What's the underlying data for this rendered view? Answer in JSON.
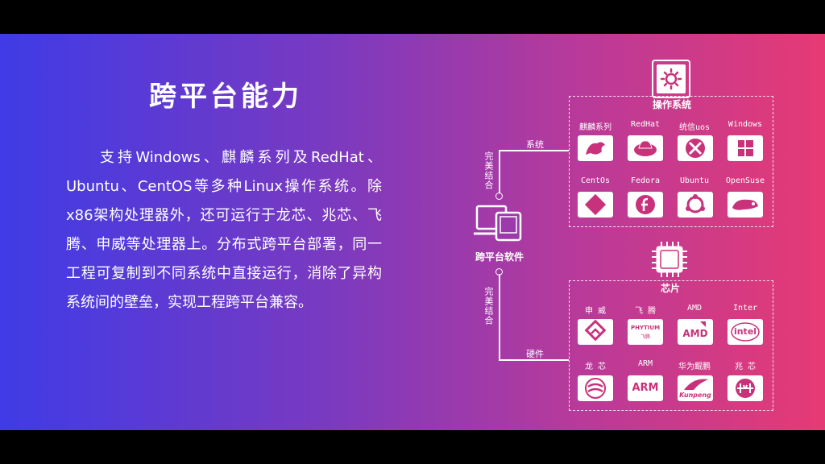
{
  "title": "跨平台能力",
  "paragraph": "支持Windows、麒麟系列及RedHat、Ubuntu、CentOS等多种Linux操作系统。除x86架构处理器外，还可运行于龙芯、兆芯、飞腾、申威等处理器上。分布式跨平台部署，同一工程可复制到不同系统中直接运行，消除了异构系统间的壁垒，实现工程跨平台兼容。",
  "diagram": {
    "center_label": "跨平台软件",
    "top_link_label": "系统",
    "bottom_link_label": "硬件",
    "perfect_combo_top": "完美结合",
    "perfect_combo_bottom": "完美结合",
    "os_header": "操作系统",
    "chip_header": "芯片",
    "os_items": [
      "麒麟系列",
      "RedHat",
      "统信uos",
      "Windows",
      "CentOs",
      "Fedora",
      "Ubuntu",
      "OpenSuse"
    ],
    "chip_items": [
      "申 威",
      "飞 腾",
      "AMD",
      "Inter",
      "龙 芯",
      "ARM",
      "华为鲲鹏",
      "兆 芯"
    ],
    "chip_logo_text": {
      "phytium": "PHYTIUM",
      "phytium_cn": "飞腾",
      "amd": "AMD",
      "intel": "intel",
      "arm": "ARM",
      "kunpeng": "Kunpeng"
    }
  },
  "colors": {
    "gradient_left": "#3f3be6",
    "gradient_right": "#e63a74",
    "tile_icon": "#c8327a"
  }
}
